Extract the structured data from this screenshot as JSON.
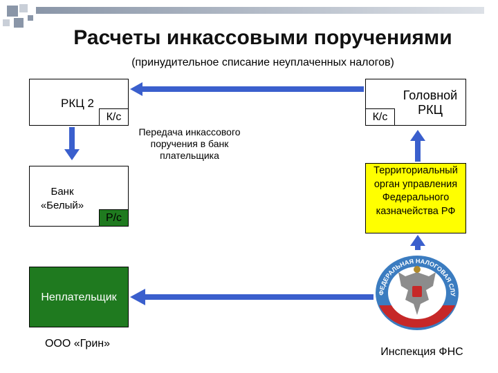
{
  "title": "Расчеты инкассовыми поручениями",
  "subtitle": "(принудительное списание неуплаченных налогов)",
  "rkc2": {
    "label": "РКЦ 2",
    "account": "К/с"
  },
  "head_rkc": {
    "label": "Головной РКЦ",
    "account": "К/с"
  },
  "transfer_note": "Передача инкассового поручения в банк плательщика",
  "bank": {
    "label": "Банк «Белый»",
    "account": "Р/с"
  },
  "treasury": {
    "label": "Территориальный орган управления Федерального казначейства РФ"
  },
  "nonpayer": {
    "label": "Неплательщик",
    "caption": "ООО «Грин»"
  },
  "fns": {
    "caption": "Инспекция ФНС",
    "emblem_text": "ФЕДЕРАЛЬНАЯ НАЛОГОВАЯ СЛУЖБА",
    "emblem_icon": "fns-emblem-icon"
  },
  "colors": {
    "arrow": "#3a5fcd",
    "treasury_fill": "#ffff00",
    "nonpayer_fill": "#1f7a1f",
    "deco_dark": "#8a96a8",
    "deco_light": "#c9cfd8"
  }
}
